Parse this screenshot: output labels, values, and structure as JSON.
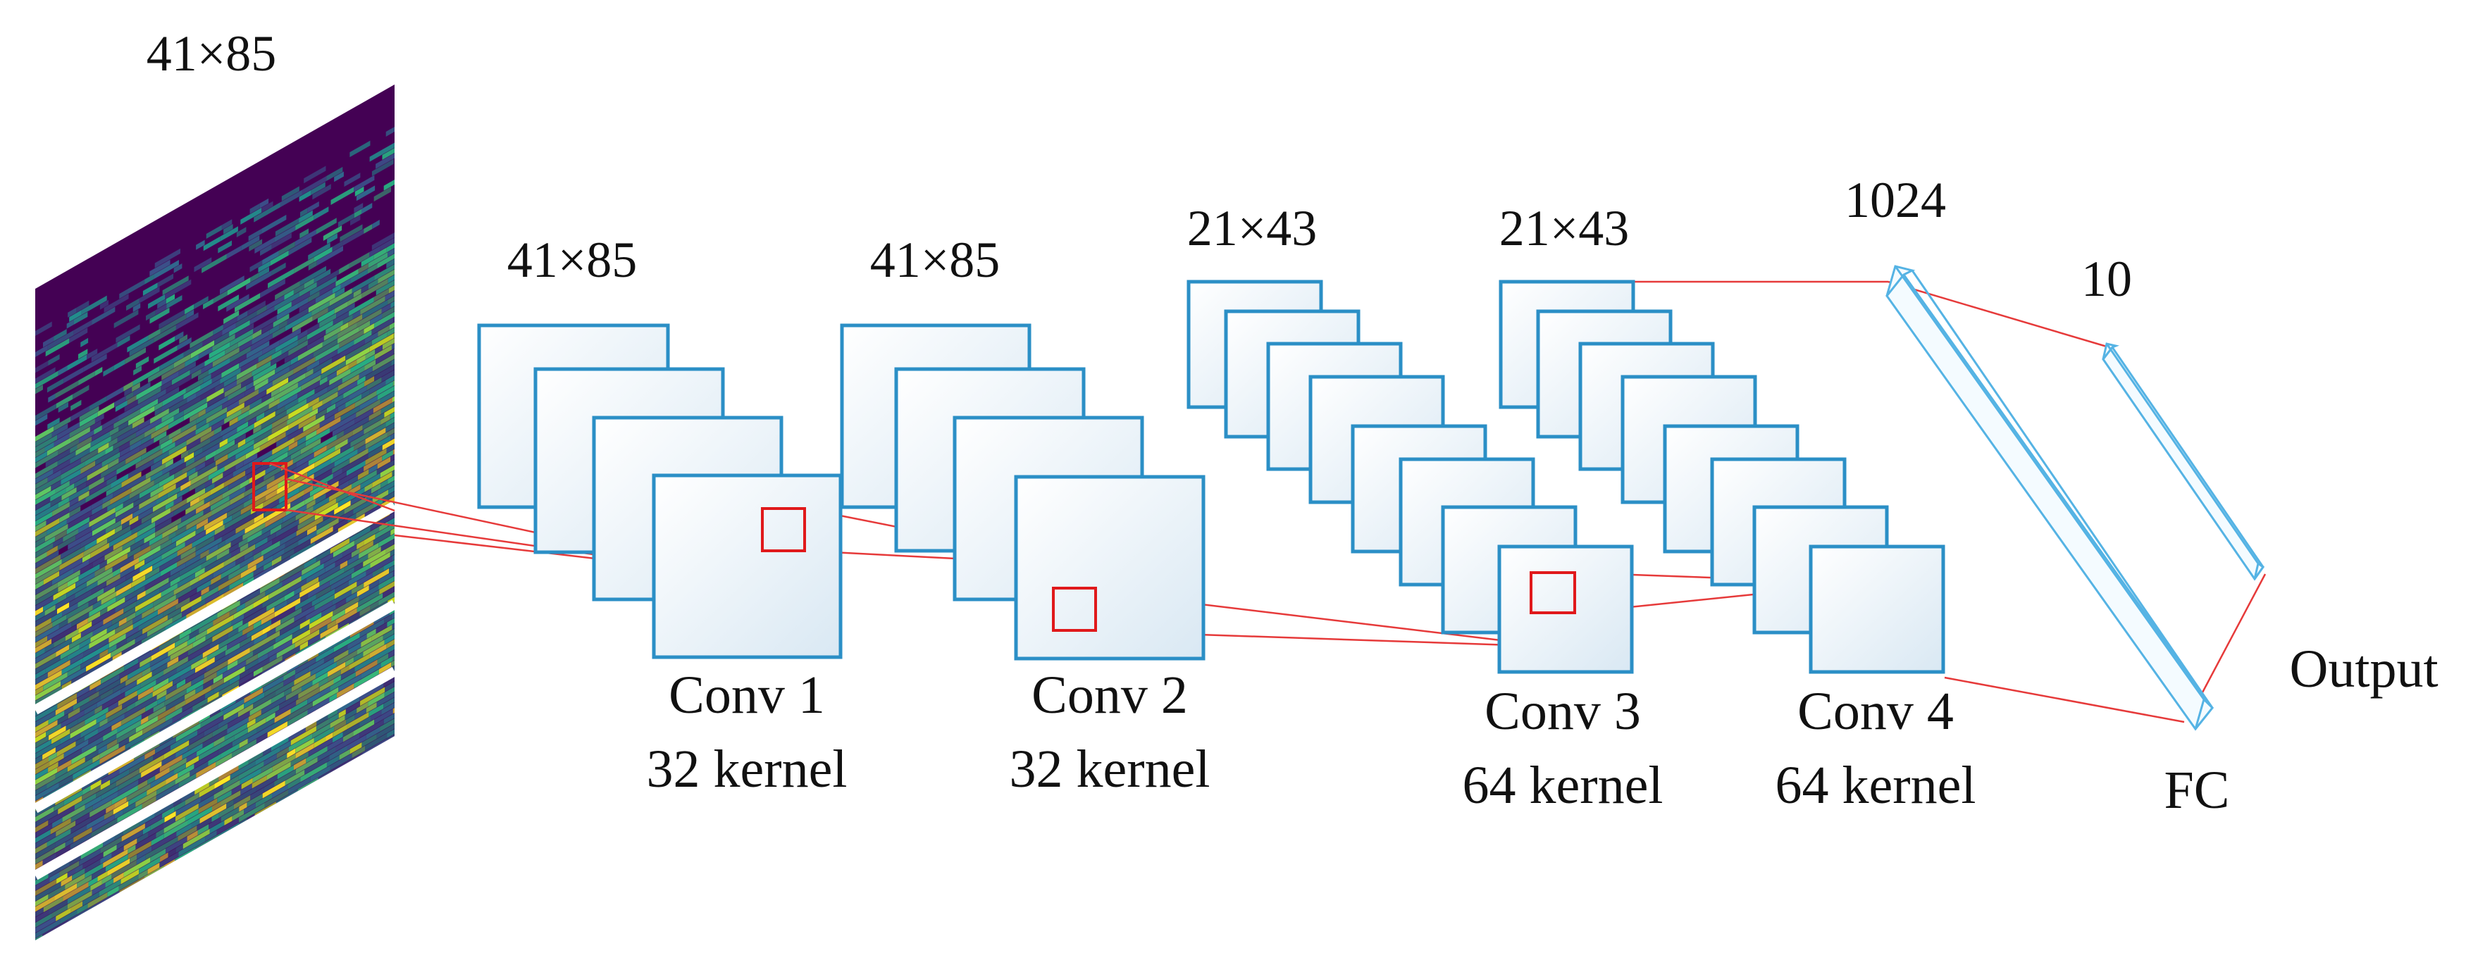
{
  "input": {
    "dim_label": "41×85"
  },
  "layers": [
    {
      "dim_label": "41×85",
      "name": "Conv 1",
      "kernels": "32 kernel"
    },
    {
      "dim_label": "41×85",
      "name": "Conv 2",
      "kernels": "32 kernel"
    },
    {
      "dim_label": "21×43",
      "name": "Conv 3",
      "kernels": "64 kernel"
    },
    {
      "dim_label": "21×43",
      "name": "Conv 4",
      "kernels": "64 kernel"
    }
  ],
  "fc": {
    "dim_label_1": "1024",
    "dim_label_2": "10",
    "label": "FC"
  },
  "output": {
    "label": "Output"
  },
  "colors": {
    "feature_map_border": "#2b8fc6",
    "receptive_field": "#e0191b",
    "spectrogram_background": "#440154",
    "fc_border": "#55b3e4"
  },
  "icons": [
    "spectrogram-image",
    "feature-map-stack",
    "fully-connected-bar"
  ]
}
